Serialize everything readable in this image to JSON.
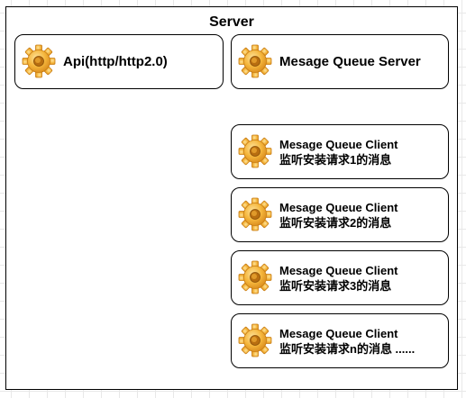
{
  "server": {
    "title": "Server"
  },
  "api": {
    "label": "Api(http/http2.0)",
    "icon": "gear-icon"
  },
  "mq_server": {
    "label": "Mesage Queue Server",
    "icon": "gear-icon"
  },
  "clients": [
    {
      "name": "Mesage Queue Client",
      "desc": "监听安装请求1的消息",
      "icon": "gear-icon"
    },
    {
      "name": "Mesage Queue Client",
      "desc": "监听安装请求2的消息",
      "icon": "gear-icon"
    },
    {
      "name": "Mesage Queue Client",
      "desc": "监听安装请求3的消息",
      "icon": "gear-icon"
    },
    {
      "name": "Mesage Queue Client",
      "desc": "监听安装请求n的消息 ......",
      "icon": "gear-icon"
    }
  ],
  "colors": {
    "gear_fill": "#f5b63c",
    "gear_stroke": "#c77c14",
    "border": "#000000"
  }
}
